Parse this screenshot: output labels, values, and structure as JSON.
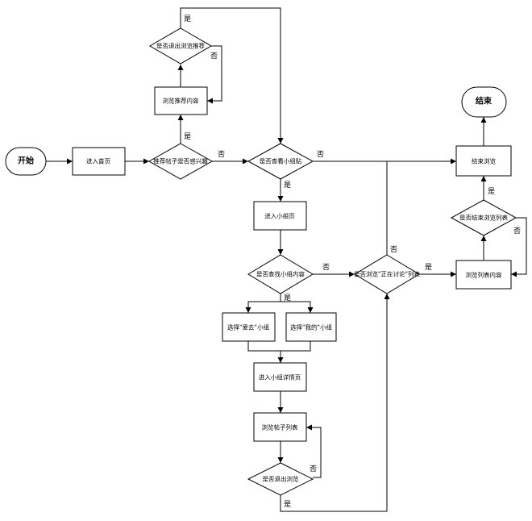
{
  "nodes": {
    "start": "开始",
    "home": "进入首页",
    "post_interest": "推荐帖子是否感兴趣",
    "browse_rec": "浏览推荐内容",
    "exit_rec": "是否退出浏览推荐",
    "view_group_post": "是否查看小组贴",
    "enter_group": "进入小组页",
    "find_group": "是否查找小组内容",
    "select_love": "选择\"爱去\"小组",
    "select_mine": "选择\"我的\"小组",
    "group_detail": "进入小组详情页",
    "browse_posts": "浏览帖子列表",
    "exit_browse": "是否退出浏览",
    "browse_discussing": "是否浏览\"正在讨论\"列表",
    "browse_list": "浏览列表内容",
    "end_list": "是否结束浏览列表",
    "end_browse": "结束浏览",
    "end": "结束"
  },
  "edge_labels": {
    "yes": "是",
    "no": "否"
  }
}
